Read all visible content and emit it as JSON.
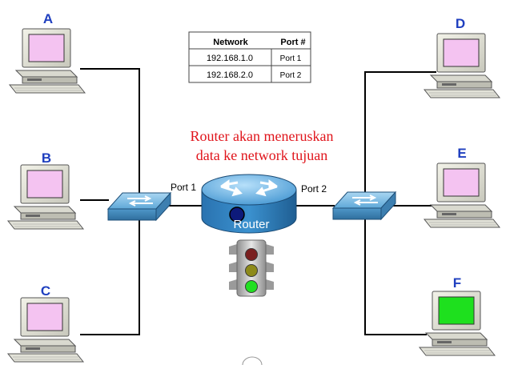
{
  "hosts": [
    {
      "label": "A",
      "screen_color": "#f4c3f1"
    },
    {
      "label": "B",
      "screen_color": "#f4c3f1"
    },
    {
      "label": "C",
      "screen_color": "#f4c3f1"
    },
    {
      "label": "D",
      "screen_color": "#f4c3f1"
    },
    {
      "label": "E",
      "screen_color": "#f4c3f1"
    },
    {
      "label": "F",
      "screen_color": "#1ee01e"
    }
  ],
  "routing_table": {
    "headers": [
      "Network",
      "Port #"
    ],
    "rows": [
      [
        "192.168.1.0",
        "Port 1"
      ],
      [
        "192.168.2.0",
        "Port 2"
      ]
    ]
  },
  "caption": [
    "Router akan meneruskan",
    "data ke network tujuan"
  ],
  "router": {
    "label": "Router",
    "port_left": "Port 1",
    "port_right": "Port 2"
  },
  "traffic_light": {
    "colors": [
      "#7a1f1f",
      "#8d8a1a",
      "#22e022"
    ]
  },
  "colors": {
    "letter": "#1f3fbf",
    "caption": "#e0141b",
    "switch": "#5fa8d8",
    "router": "#2f86c6"
  }
}
